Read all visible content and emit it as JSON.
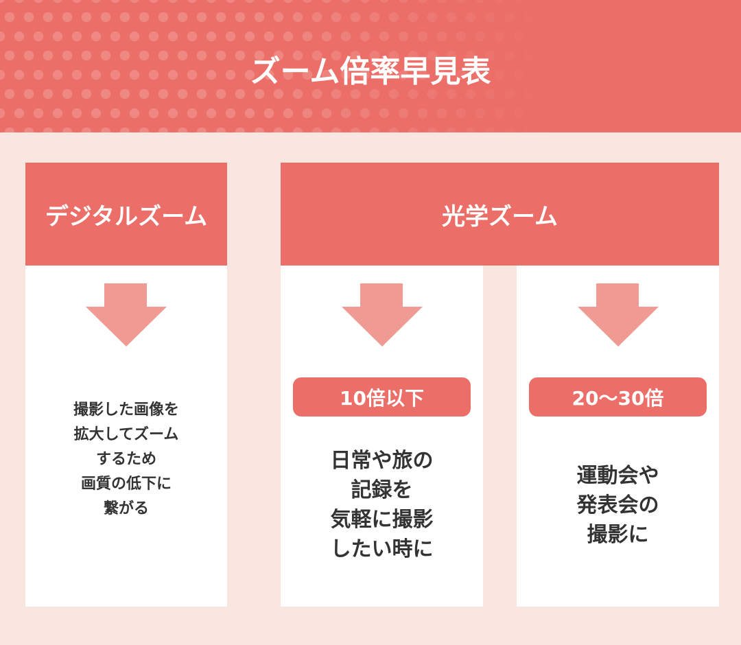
{
  "title": "ズーム倍率早見表",
  "colors": {
    "accent": "#ec6e68",
    "arrow": "#f09a94",
    "background": "#f9e6e1"
  },
  "digital": {
    "heading": "デジタルズーム",
    "description": "撮影した画像を\n拡大してズーム\nするため\n画質の低下に\n繋がる"
  },
  "optical": {
    "heading": "光学ズーム",
    "columns": [
      {
        "badge": "10倍以下",
        "description": "日常や旅の\n記録を\n気軽に撮影\nしたい時に"
      },
      {
        "badge": "20〜30倍",
        "description": "運動会や\n発表会の\n撮影に"
      }
    ]
  }
}
